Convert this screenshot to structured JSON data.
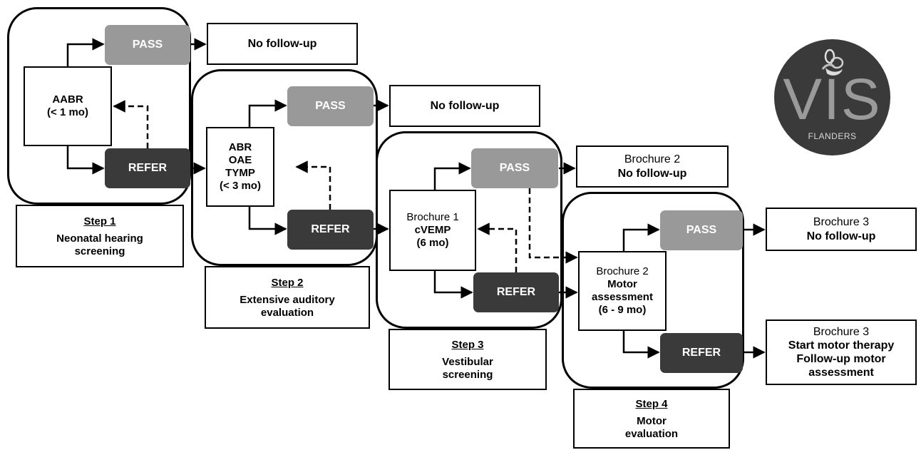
{
  "logo": {
    "text": "VIS",
    "subtext": "FLANDERS",
    "icon": "inner-ear-icon",
    "background_color": "#3a3a3a"
  },
  "colors": {
    "pass": "#999999",
    "refer": "#3a3a3a"
  },
  "steps": [
    {
      "title": "Step 1",
      "description": "Neonatal hearing screening",
      "test_lines": [
        "AABR",
        "(< 1 mo)"
      ],
      "pass_label": "PASS",
      "refer_label": "REFER",
      "pass_outcome": {
        "lines": [
          "No follow-up"
        ]
      }
    },
    {
      "title": "Step 2",
      "description": "Extensive auditory evaluation",
      "test_lines": [
        "ABR",
        "OAE",
        "TYMP",
        "(< 3 mo)"
      ],
      "pass_label": "PASS",
      "refer_label": "REFER",
      "pass_outcome": {
        "lines": [
          "No follow-up"
        ]
      }
    },
    {
      "title": "Step 3",
      "description": "Vestibular screening",
      "test_lines": [
        "Brochure 1",
        "cVEMP",
        "(6 mo)"
      ],
      "pass_label": "PASS",
      "refer_label": "REFER",
      "pass_outcome": {
        "lines": [
          "Brochure 2",
          "No follow-up"
        ]
      }
    },
    {
      "title": "Step 4",
      "description": "Motor evaluation",
      "test_lines": [
        "Brochure 2",
        "Motor",
        "assessment",
        "(6 - 9 mo)"
      ],
      "pass_label": "PASS",
      "refer_label": "REFER",
      "pass_outcome": {
        "lines": [
          "Brochure 3",
          "No follow-up"
        ]
      },
      "refer_outcome": {
        "lines": [
          "Brochure 3",
          "Start motor therapy",
          "Follow-up motor",
          "assessment"
        ]
      }
    }
  ]
}
